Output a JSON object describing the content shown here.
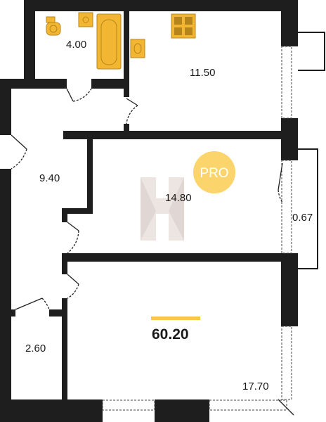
{
  "plan": {
    "rooms": [
      {
        "id": "bathroom",
        "area": "4.00"
      },
      {
        "id": "kitchen",
        "area": "11.50"
      },
      {
        "id": "hallway",
        "area": "9.40"
      },
      {
        "id": "bedroom",
        "area": "14.80"
      },
      {
        "id": "balcony",
        "area": "0.67"
      },
      {
        "id": "storage",
        "area": "2.60"
      },
      {
        "id": "living-room",
        "area": "17.70"
      }
    ],
    "total_area": "60.20"
  },
  "badge": {
    "label": "PRO",
    "color": "#fbd46b"
  },
  "watermark": {
    "letter": "H"
  },
  "colors": {
    "wall": "#1e1e1e",
    "fixture": "#f2b632",
    "highlight": "#f7c948"
  }
}
